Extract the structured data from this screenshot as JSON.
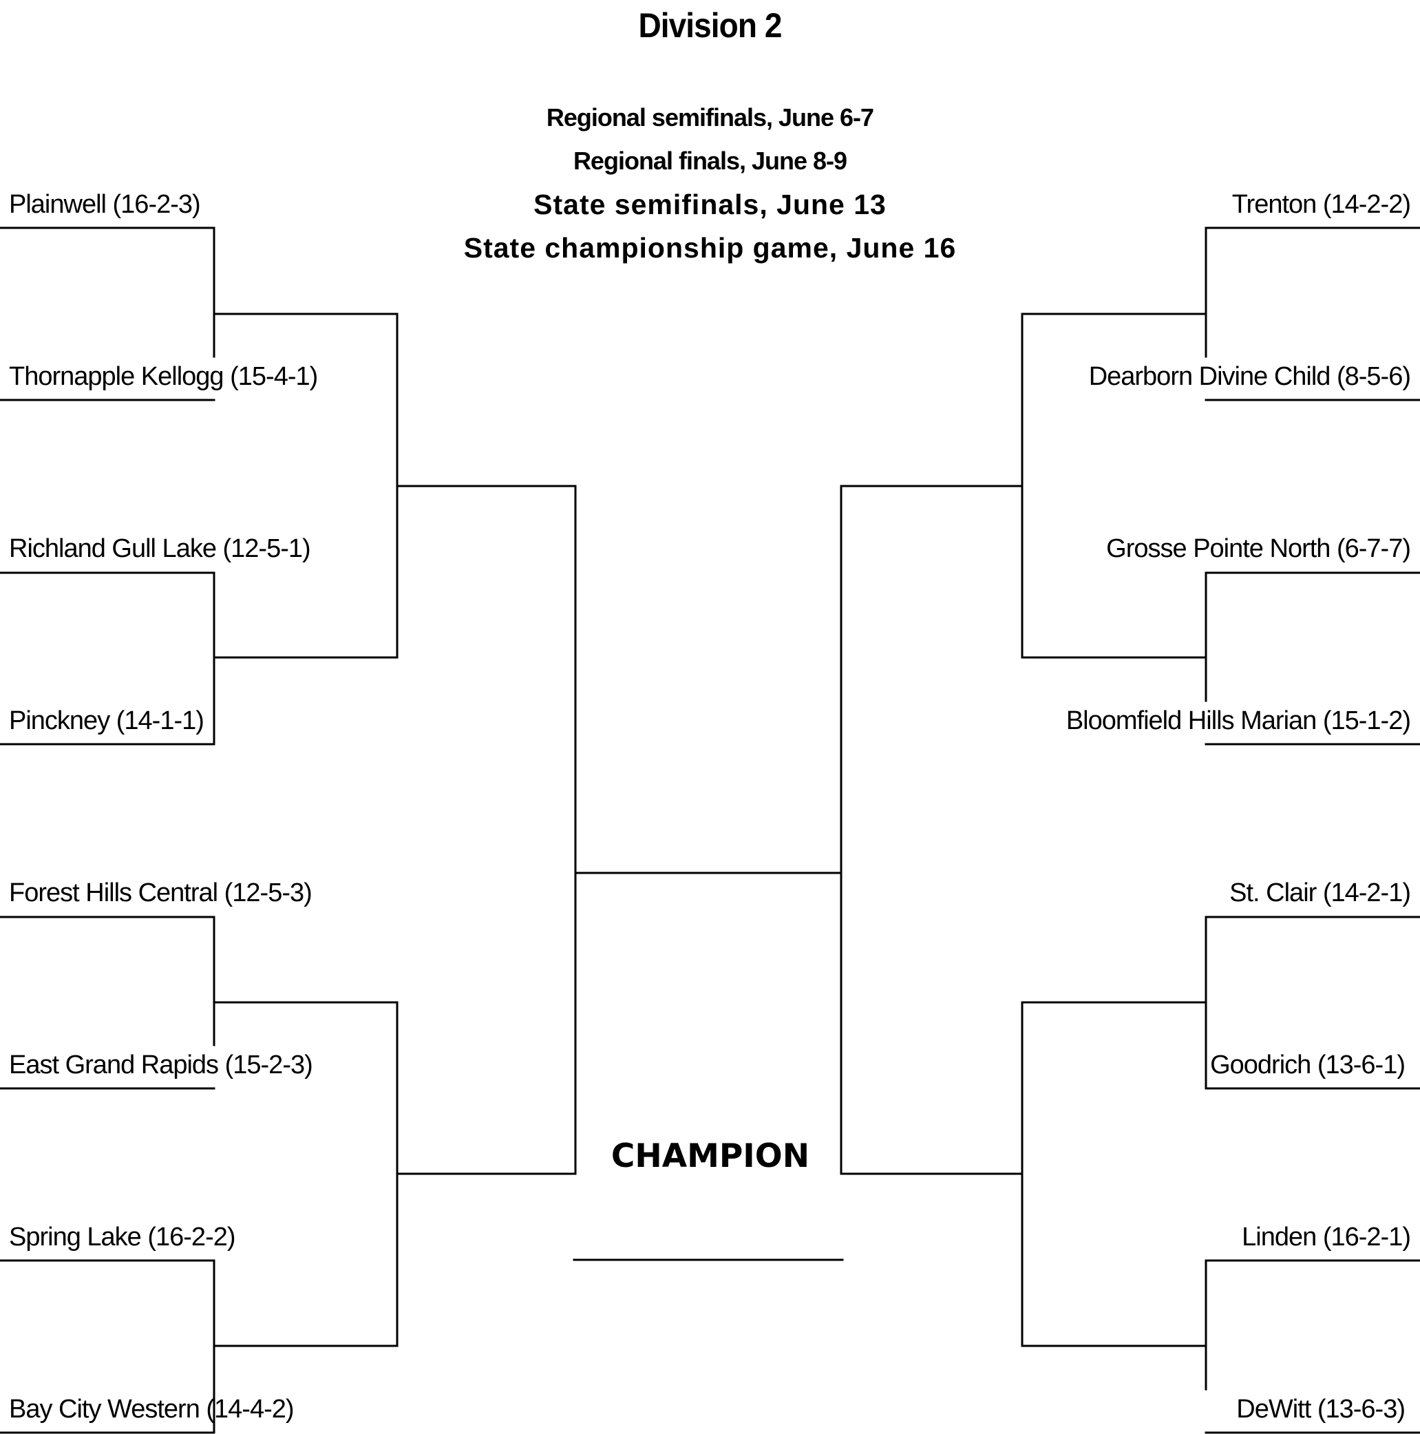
{
  "title": "Division 2",
  "schedule": [
    "Regional semifinals, June 6-7",
    "Regional finals, June 8-9",
    "State semifinals, June 13",
    "State championship game, June 16"
  ],
  "left_teams": [
    "Plainwell (16-2-3)",
    "Thornapple Kellogg (15-4-1)",
    "Richland Gull Lake (12-5-1)",
    "Pinckney (14-1-1)",
    "Forest Hills Central (12-5-3)",
    "East Grand Rapids (15-2-3)",
    "Spring Lake (16-2-2)",
    "Bay City Western (14-4-2)"
  ],
  "right_teams": [
    "Trenton (14-2-2)",
    "Dearborn Divine Child (8-5-6)",
    "Grosse Pointe North (6-7-7)",
    "Bloomfield Hills Marian (15-1-2)",
    "St. Clair (14-2-1)",
    "Goodrich (13-6-1)",
    "Linden (16-2-1)",
    "DeWitt (13-6-3)"
  ],
  "champion_label": "CHAMPION"
}
